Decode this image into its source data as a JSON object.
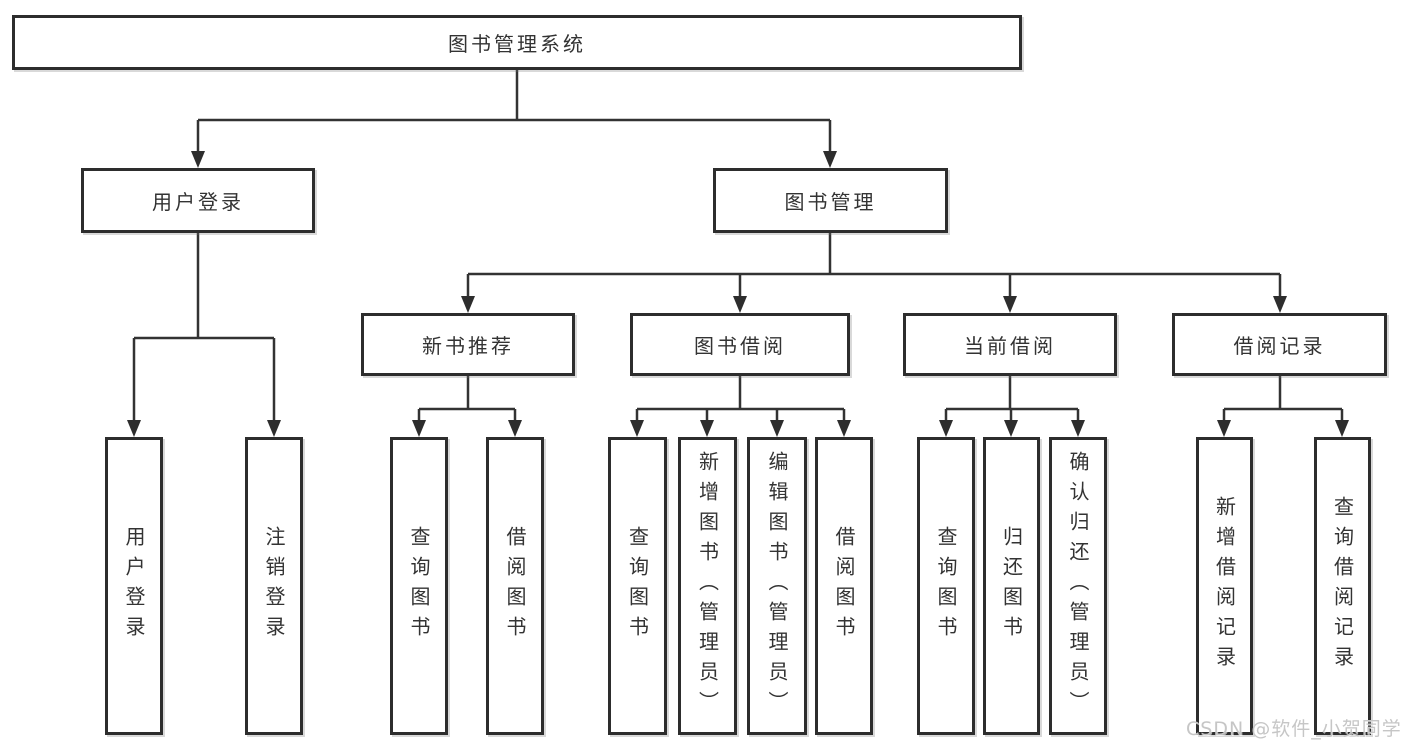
{
  "diagram": {
    "type": "hierarchy",
    "root": {
      "label": "图书管理系统"
    },
    "branches": [
      {
        "label": "用户登录",
        "children": [
          {
            "label": "用户登录"
          },
          {
            "label": "注销登录"
          }
        ]
      },
      {
        "label": "图书管理",
        "children": [
          {
            "label": "新书推荐",
            "children": [
              {
                "label": "查询图书"
              },
              {
                "label": "借阅图书"
              }
            ]
          },
          {
            "label": "图书借阅",
            "children": [
              {
                "label": "查询图书"
              },
              {
                "label": "新增图书（管理员）"
              },
              {
                "label": "编辑图书（管理员）"
              },
              {
                "label": "借阅图书"
              }
            ]
          },
          {
            "label": "当前借阅",
            "children": [
              {
                "label": "查询图书"
              },
              {
                "label": "归还图书"
              },
              {
                "label": "确认归还（管理员）"
              }
            ]
          },
          {
            "label": "借阅记录",
            "children": [
              {
                "label": "新增借阅记录"
              },
              {
                "label": "查询借阅记录"
              }
            ]
          }
        ]
      }
    ],
    "watermark": "CSDN @软件_小贺同学",
    "colors": {
      "line": "#333333",
      "box_border": "#2d2d2d",
      "box_fill": "#ffffff",
      "text": "#333333",
      "watermark": "#c6c6c6"
    }
  }
}
